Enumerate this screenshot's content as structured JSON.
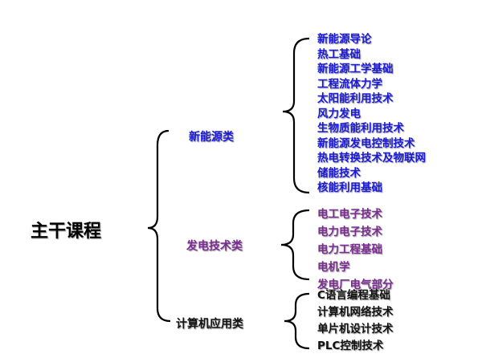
{
  "root": {
    "label": "主干课程",
    "color": "#000000"
  },
  "categories": [
    {
      "label": "新能源类",
      "color": "#1a1ad6",
      "items": [
        "新能源导论",
        "热工基础",
        "新能源工学基础",
        "工程流体力学",
        "太阳能利用技术",
        "风力发电",
        "生物质能利用技术",
        "新能源发电控制技术",
        "热电转换技术及物联网",
        "储能技术",
        "核能利用基础"
      ]
    },
    {
      "label": "发电技术类",
      "color": "#7b2c91",
      "items": [
        "电工电子技术",
        "电力电子技术",
        "电力工程基础",
        "电机学",
        "发电厂电气部分"
      ]
    },
    {
      "label": "计算机应用类",
      "color": "#111111",
      "items": [
        "C语言编程基础",
        "计算机网络技术",
        "单片机设计技术",
        "PLC控制技术"
      ]
    }
  ]
}
